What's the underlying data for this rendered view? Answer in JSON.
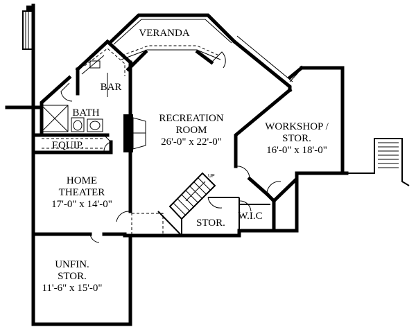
{
  "rooms": {
    "veranda": {
      "name": "VERANDA"
    },
    "bar": {
      "name": "BAR"
    },
    "bath": {
      "name": "BATH"
    },
    "equip": {
      "name": "EQUIP."
    },
    "recreation": {
      "name": "RECREATION",
      "name2": "ROOM",
      "dims": "26'-0\" x 22'-0\""
    },
    "workshop": {
      "name": "WORKSHOP /",
      "name2": "STOR.",
      "dims": "16'-0\" x 18'-0\""
    },
    "theater": {
      "name": "HOME",
      "name2": "THEATER",
      "dims": "17'-0\" x 14'-0\""
    },
    "stor": {
      "name": "STOR."
    },
    "wic": {
      "name": "W.I.C"
    },
    "unfin": {
      "name": "UNFIN.",
      "name2": "STOR.",
      "dims": "11'-6\" x 15'-0\""
    }
  },
  "stair": {
    "up_label": "UP"
  }
}
